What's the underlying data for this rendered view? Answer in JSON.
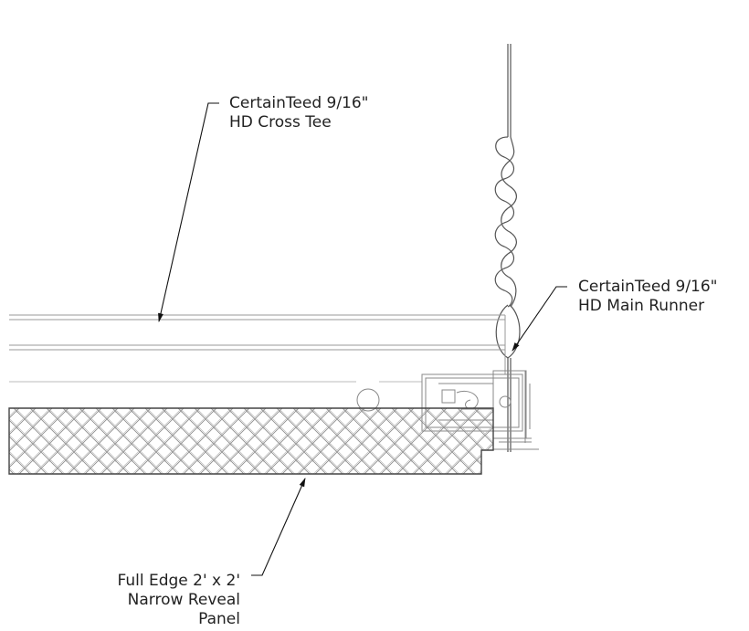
{
  "callouts": {
    "cross_tee": {
      "line1": "CertainTeed 9/16\"",
      "line2": "HD Cross Tee"
    },
    "main_runner": {
      "line1": "CertainTeed 9/16\"",
      "line2": "HD Main Runner"
    },
    "panel": {
      "line1": "Full Edge 2' x 2'",
      "line2": "Narrow Reveal",
      "line3": "Panel"
    }
  },
  "colors": {
    "line": "#444444",
    "light_line": "#9a9a9a",
    "hatch": "#8a8a8a"
  }
}
